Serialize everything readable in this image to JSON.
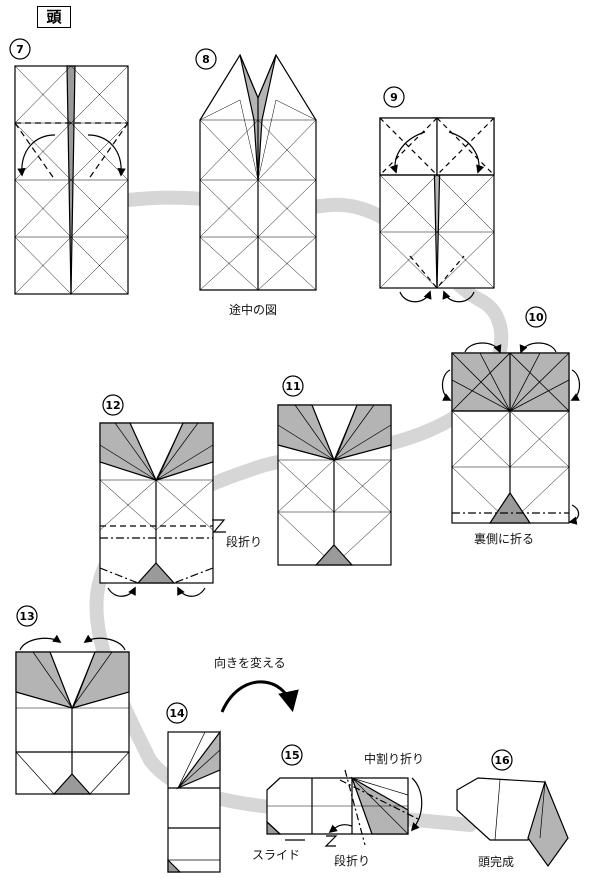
{
  "title": "頭",
  "steps": [
    {
      "num": "7"
    },
    {
      "num": "8"
    },
    {
      "num": "9"
    },
    {
      "num": "10"
    },
    {
      "num": "11"
    },
    {
      "num": "12"
    },
    {
      "num": "13"
    },
    {
      "num": "14"
    },
    {
      "num": "15"
    },
    {
      "num": "16"
    }
  ],
  "captions": {
    "midway": "途中の図",
    "fold_back": "裏側に折る",
    "step_fold_12": "段折り",
    "change_direction": "向きを変える",
    "inside_reverse": "中割り折り",
    "slide": "スライド",
    "step_fold_15": "段折り",
    "head_done": "頭完成"
  },
  "colors": {
    "gray": "#b4b4b4",
    "dark": "#8c8c8c",
    "line": "#000000",
    "path": "#d6d6d6"
  }
}
